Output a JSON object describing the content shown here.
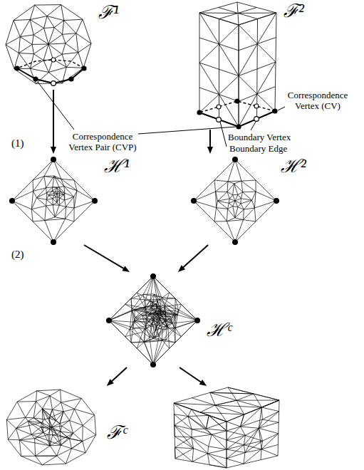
{
  "diagram": {
    "nodes": [
      {
        "text": [
          "ℱ¹"
        ]
      },
      {
        "text": [
          "ℱ²"
        ]
      },
      {
        "text": [
          "ℋ¹"
        ]
      },
      {
        "text": [
          "ℋ²"
        ]
      },
      {
        "text": [
          "ℋᶜ"
        ]
      },
      {
        "text": [
          "ℱᶜ"
        ]
      }
    ],
    "edges": [
      {
        "from": 0,
        "to": 2,
        "arrow": "to"
      },
      {
        "from": 1,
        "to": 3,
        "arrow": "to"
      },
      {
        "from": 2,
        "to": 4,
        "arrow": "to"
      },
      {
        "from": 3,
        "to": 4,
        "arrow": "to"
      },
      {
        "from": 4,
        "to": 5,
        "arrow": "to"
      },
      {
        "from": 4,
        "to": 5,
        "arrow": "to"
      }
    ],
    "labels": [
      "Correspondence Vertex (CV)",
      "Boundary Vertex",
      "Correspondence Vertex Pair (CVP)",
      "Boundary Edge",
      "(1)",
      "(2)"
    ]
  }
}
